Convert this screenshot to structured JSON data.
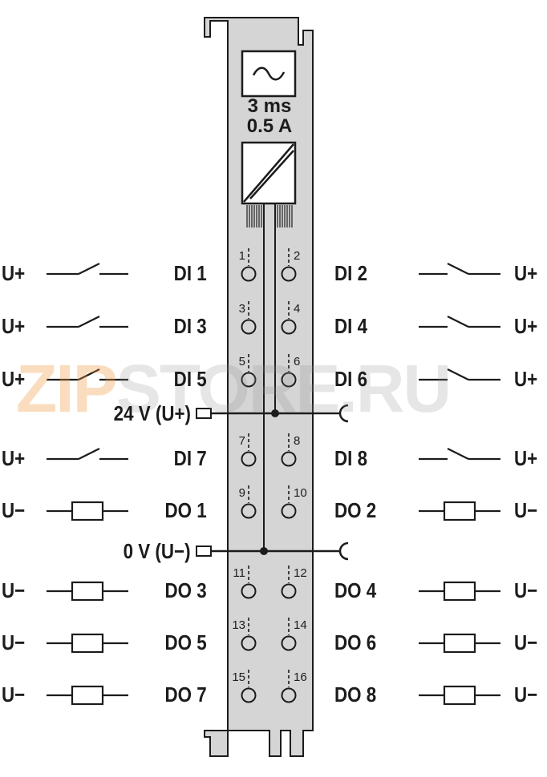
{
  "colors": {
    "module_fill": "#d5d5d5",
    "ink": "#1c1c1c",
    "watermark_orange": "#f0963c",
    "watermark_grey": "#8c8c8c"
  },
  "specs": {
    "time": "3 ms",
    "current": "0.5 A"
  },
  "icons": {
    "filter": "ac-filter-icon",
    "converter": "dc-converter-icon"
  },
  "watermark": {
    "part1": "ZIP",
    "part2": "STORE.RU"
  },
  "rails": {
    "supply_pos": "24 V (U+)",
    "supply_neg": "0 V (U−)"
  },
  "rows": [
    {
      "left_supply": "U+",
      "left_channel": "DI 1",
      "right_channel": "DI 2",
      "right_supply": "U+",
      "pin_left": "1",
      "pin_right": "2",
      "symbol": "switch"
    },
    {
      "left_supply": "U+",
      "left_channel": "DI 3",
      "right_channel": "DI 4",
      "right_supply": "U+",
      "pin_left": "3",
      "pin_right": "4",
      "symbol": "switch"
    },
    {
      "left_supply": "U+",
      "left_channel": "DI 5",
      "right_channel": "DI 6",
      "right_supply": "U+",
      "pin_left": "5",
      "pin_right": "6",
      "symbol": "switch"
    },
    {
      "left_supply": "U+",
      "left_channel": "DI 7",
      "right_channel": "DI 8",
      "right_supply": "U+",
      "pin_left": "7",
      "pin_right": "8",
      "symbol": "switch"
    },
    {
      "left_supply": "U−",
      "left_channel": "DO 1",
      "right_channel": "DO 2",
      "right_supply": "U−",
      "pin_left": "9",
      "pin_right": "10",
      "symbol": "load"
    },
    {
      "left_supply": "U−",
      "left_channel": "DO 3",
      "right_channel": "DO 4",
      "right_supply": "U−",
      "pin_left": "11",
      "pin_right": "12",
      "symbol": "load"
    },
    {
      "left_supply": "U−",
      "left_channel": "DO 5",
      "right_channel": "DO 6",
      "right_supply": "U−",
      "pin_left": "13",
      "pin_right": "14",
      "symbol": "load"
    },
    {
      "left_supply": "U−",
      "left_channel": "DO 7",
      "right_channel": "DO 8",
      "right_supply": "U−",
      "pin_left": "15",
      "pin_right": "16",
      "symbol": "load"
    }
  ]
}
